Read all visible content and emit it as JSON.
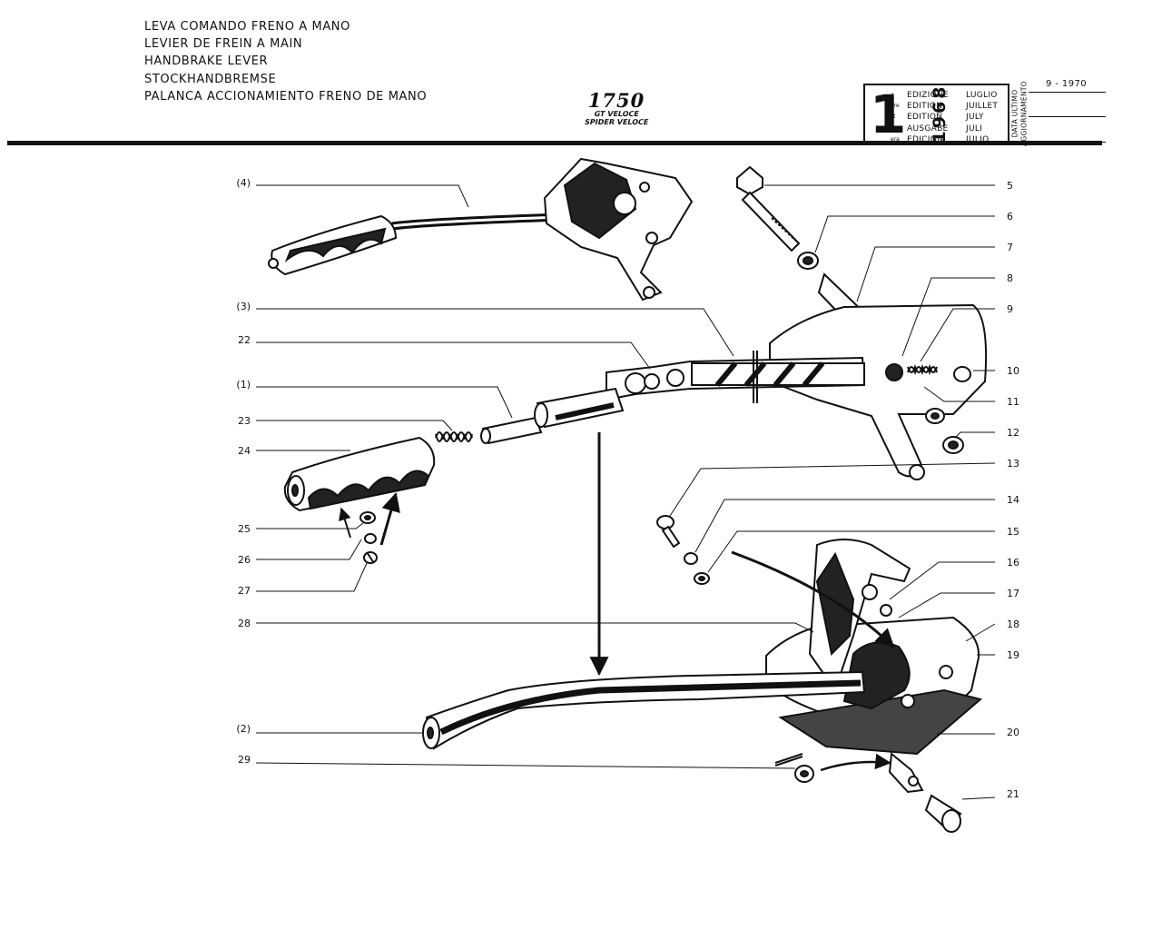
{
  "header": {
    "titles": [
      "LEVA COMANDO FRENO A MANO",
      "LEVIER DE FREIN A MAIN",
      "HANDBRAKE LEVER",
      "STOCKHANDBREMSE",
      "PALANCA ACCIONAMIENTO FRENO DE MANO"
    ],
    "model": "1750",
    "variants": [
      "GT VELOCE",
      "SPIDER VELOCE"
    ]
  },
  "edition_box": {
    "number": "1",
    "suffixes": [
      "a",
      "ere",
      "st",
      ".",
      "era"
    ],
    "edition_labels": [
      "EDIZIONE",
      "EDITION",
      "EDITION",
      "AUSGABE",
      "EDICION"
    ],
    "year": "1968",
    "months": [
      "LUGLIO",
      "JUILLET",
      "JULY",
      "JULI",
      "JULIO"
    ]
  },
  "update_block": {
    "label_lines": [
      "DATA ULTIMO",
      "AGGIORNAMENTO"
    ],
    "date": "9 - 1970"
  },
  "callouts_left": [
    "(4)",
    "(3)",
    "22",
    "(1)",
    "23",
    "24",
    "25",
    "26",
    "27",
    "28",
    "(2)",
    "29"
  ],
  "callouts_right": [
    "5",
    "6",
    "7",
    "8",
    "9",
    "10",
    "11",
    "12",
    "13",
    "14",
    "15",
    "16",
    "17",
    "18",
    "19",
    "20",
    "21"
  ]
}
